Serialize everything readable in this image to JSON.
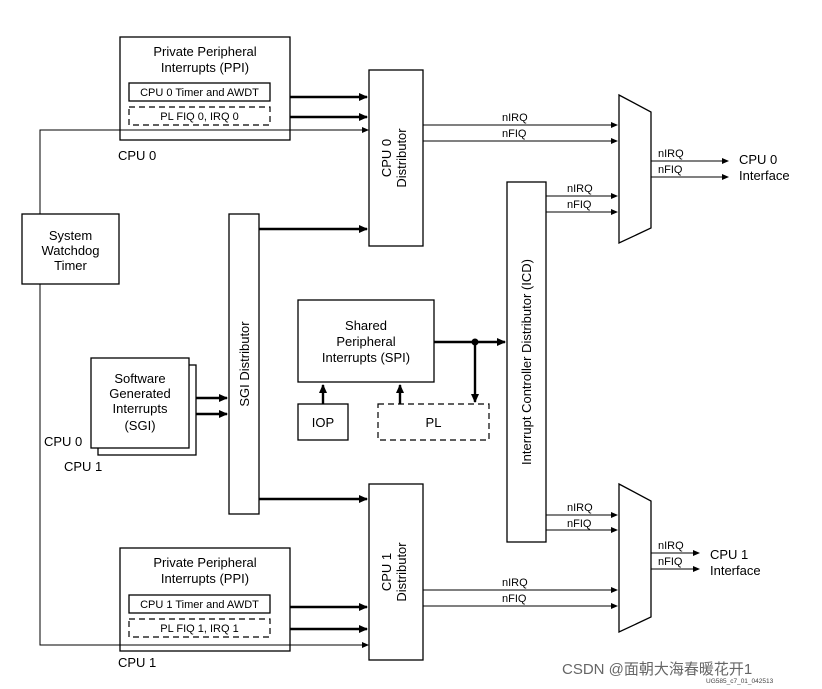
{
  "ppi_top": {
    "title_line1": "Private Peripheral",
    "title_line2": "Interrupts (PPI)",
    "timer_label": "CPU 0 Timer and AWDT",
    "pl_label": "PL FIQ 0, IRQ 0",
    "cpu_label": "CPU 0"
  },
  "ppi_bottom": {
    "title_line1": "Private Peripheral",
    "title_line2": "Interrupts (PPI)",
    "timer_label": "CPU 1 Timer and AWDT",
    "pl_label": "PL FIQ 1, IRQ 1",
    "cpu_label": "CPU 1"
  },
  "watchdog": {
    "line1": "System",
    "line2": "Watchdog",
    "line3": "Timer"
  },
  "sgi": {
    "line1": "Software",
    "line2": "Generated",
    "line3": "Interrupts",
    "line4": "(SGI)",
    "cpu0_label": "CPU 0",
    "cpu1_label": "CPU 1"
  },
  "sgi_distributor": {
    "label": "SGI Distributor"
  },
  "cpu0_distributor": {
    "line1": "CPU 0",
    "line2": "Distributor"
  },
  "cpu1_distributor": {
    "line1": "CPU 1",
    "line2": "Distributor"
  },
  "spi": {
    "line1": "Shared",
    "line2": "Peripheral",
    "line3": "Interrupts (SPI)"
  },
  "iop": {
    "label": "IOP"
  },
  "pl": {
    "label": "PL"
  },
  "icd": {
    "label": "Interrupt Controller Distributor (ICD)"
  },
  "signals": {
    "nirq": "nIRQ",
    "nfiq": "nFIQ"
  },
  "cpu0_interface": {
    "line1": "CPU 0",
    "line2": "Interface"
  },
  "cpu1_interface": {
    "line1": "CPU 1",
    "line2": "Interface"
  },
  "figure_id": "UG585_c7_01_042513",
  "watermark": "CSDN @面朝大海春暖花开1"
}
